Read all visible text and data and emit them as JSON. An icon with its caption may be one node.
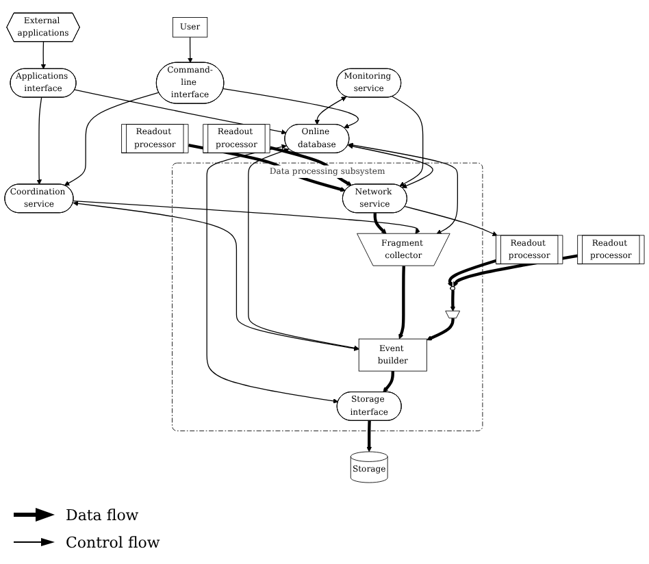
{
  "diagram": {
    "nodes": [
      {
        "text": [
          "Readout processor"
        ]
      },
      {
        "text": [
          "Readout processor"
        ]
      },
      {
        "text": [
          "Readout processor"
        ]
      },
      {
        "text": [
          "Readout processor"
        ]
      },
      {
        "text": [
          "External applications"
        ]
      },
      {
        "text": [
          "Applications interface"
        ]
      },
      {
        "text": [
          "Data processing subsystem"
        ]
      },
      {
        "text": [],
        "shape": "ellipse",
        "in": 6
      },
      {
        "text": [
          "Network service"
        ],
        "in": 6
      },
      {
        "text": [
          "Monitoring service"
        ]
      },
      {
        "text": [],
        "shape": "triangle",
        "in": 6
      },
      {
        "text": [
          "Fragment collector"
        ],
        "in": 6
      },
      {
        "text": [
          "Coordination service"
        ]
      },
      {
        "text": [
          "Event builder"
        ],
        "in": 6
      },
      {
        "text": [
          "Online database"
        ]
      },
      {
        "text": [
          "Storage interface"
        ],
        "in": 6
      },
      {
        "text": [
          "User"
        ]
      },
      {
        "text": [
          "Command-line interface"
        ]
      },
      {
        "text": [
          "Storage"
        ]
      }
    ],
    "edges": [
      {
        "from": 0,
        "to": 7,
        "arrow": "to",
        "style": "thick"
      },
      {
        "from": 1,
        "to": 7,
        "arrow": "to",
        "style": "thick"
      },
      {
        "from": 2,
        "to": 8,
        "arrow": "to",
        "style": "thick"
      },
      {
        "from": 3,
        "to": 8,
        "arrow": "to",
        "style": "thick"
      },
      {
        "from": 8,
        "to": 0,
        "arrow": "to"
      },
      {
        "from": 4,
        "to": 5,
        "arrow": "to"
      },
      {
        "from": 5,
        "to": 12,
        "arrow": "to"
      },
      {
        "from": 5,
        "to": 14,
        "arrow": "to"
      },
      {
        "from": 9,
        "to": 8,
        "arrow": "to"
      },
      {
        "from": 9,
        "to": 14,
        "arrow": "both"
      },
      {
        "from": 8,
        "to": 11,
        "arrow": "to",
        "style": "thick"
      },
      {
        "from": 7,
        "to": 10,
        "arrow": "to",
        "style": "thick"
      },
      {
        "from": 12,
        "to": 11,
        "arrow": "to"
      },
      {
        "from": 12,
        "to": 13,
        "arrow": "both"
      },
      {
        "from": 14,
        "to": 8,
        "arrow": "both"
      },
      {
        "from": 14,
        "to": 11,
        "arrow": "both"
      },
      {
        "from": 14,
        "to": 13,
        "arrow": "both"
      },
      {
        "from": 14,
        "to": 15,
        "arrow": "both"
      },
      {
        "from": 11,
        "to": 13,
        "arrow": "to",
        "style": "thick"
      },
      {
        "from": 10,
        "to": 13,
        "arrow": "to",
        "style": "thick"
      },
      {
        "from": 13,
        "to": 15,
        "arrow": "to",
        "style": "thick"
      },
      {
        "from": 15,
        "to": 18,
        "arrow": "to",
        "style": "thick"
      },
      {
        "from": 16,
        "to": 17,
        "arrow": "to"
      },
      {
        "from": 17,
        "to": 12,
        "arrow": "to"
      },
      {
        "from": 17,
        "to": 14,
        "arrow": "to"
      }
    ],
    "legend": [
      {
        "text": "Data flow"
      },
      {
        "text": "Control flow"
      }
    ]
  }
}
